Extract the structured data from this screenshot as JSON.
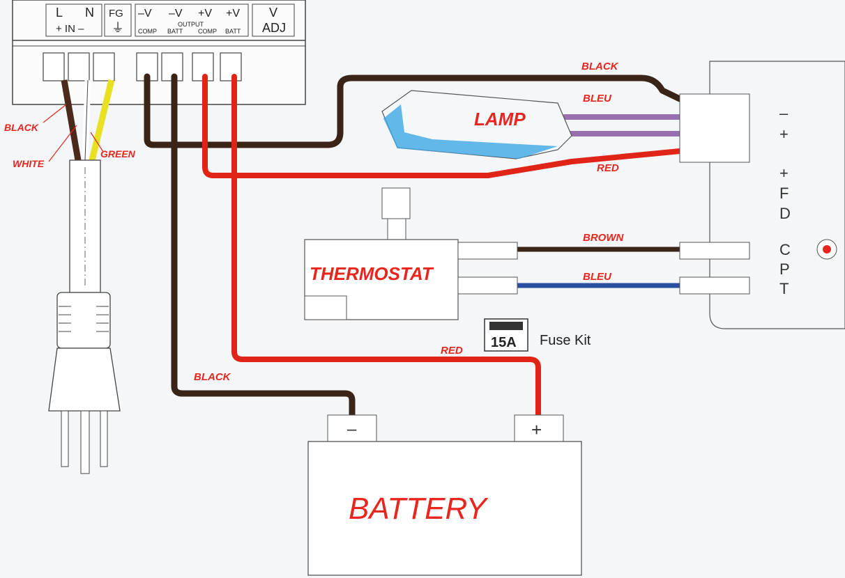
{
  "power_supply": {
    "terminals": [
      {
        "line1": "L",
        "line2": "+ IN –"
      },
      {
        "line1": "N",
        "line2": ""
      },
      {
        "line1": "FG",
        "line2": "⏚"
      },
      {
        "line1": "–V",
        "line2": "COMP"
      },
      {
        "line1": "–V",
        "line2": "BATT"
      },
      {
        "line1": "+V",
        "line2": "COMP"
      },
      {
        "line1": "+V",
        "line2": "BATT"
      },
      {
        "line1": "V",
        "line2": "ADJ"
      }
    ],
    "output_label": "OUTPUT"
  },
  "mains_wires": {
    "black": "BLACK",
    "white": "WHITE",
    "green": "GREEN"
  },
  "wire_labels": {
    "lamp_black": "BLACK",
    "lamp_bleu": "BLEU",
    "lamp_red": "RED",
    "thermo_brown": "BROWN",
    "thermo_bleu": "BLEU",
    "battery_red": "RED",
    "battery_black": "BLACK"
  },
  "components": {
    "lamp": "LAMP",
    "thermostat": "THERMOSTAT",
    "battery": "BATTERY",
    "battery_neg": "–",
    "battery_pos": "+",
    "fuse_rating": "15A",
    "fuse_label": "Fuse Kit"
  },
  "controller": {
    "side_labels": [
      "–",
      "+",
      "+",
      "F",
      "D",
      "C",
      "P",
      "T"
    ]
  },
  "colors": {
    "red_wire": "#e02418",
    "black_wire": "#3a2418",
    "bleu_wire": "#9a6fb0",
    "blue_wire": "#2a4fa0",
    "green_wire": "#e8e020",
    "label_red": "#e8261e"
  }
}
